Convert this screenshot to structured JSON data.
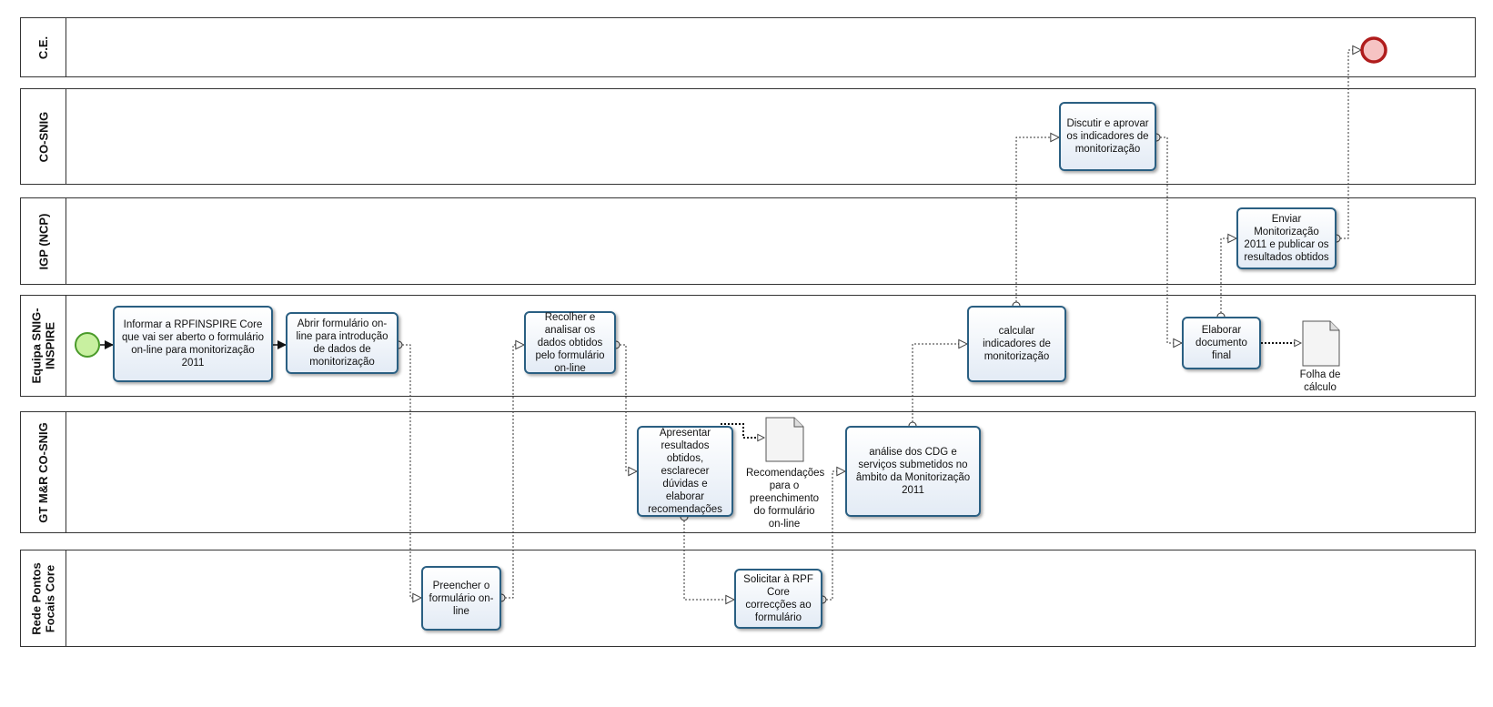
{
  "lanes": [
    {
      "label": "C.E."
    },
    {
      "label": "CO-SNIG"
    },
    {
      "label": "IGP (NCP)"
    },
    {
      "label": "Equipa SNIG-\nINSPIRE"
    },
    {
      "label": "GT M&R CO-SNIG"
    },
    {
      "label": "Rede Pontos\nFocais Core"
    }
  ],
  "tasks": {
    "informar": "Informar a RPFINSPIRE Core que vai ser aberto o formulário on-line para monitorização 2011",
    "abrir": "Abrir formulário on-line para introdução de dados de monitorização",
    "preencher": "Preencher o formulário on-line",
    "recolher": "Recolher e analisar os dados obtidos pelo formulário on-line",
    "apresentar": "Apresentar resultados obtidos, esclarecer dúvidas e elaborar recomendações",
    "solicitar": "Solicitar à RPF Core correcções ao formulário",
    "analise": "análise dos CDG e serviços submetidos no âmbito da Monitorização 2011",
    "calcular": "calcular indicadores de monitorização",
    "discutir": "Discutir e aprovar os indicadores de monitorização",
    "elaborar": "Elaborar documento final",
    "enviar": "Enviar Monitorização 2011 e publicar os resultados obtidos"
  },
  "documents": {
    "recomendacoes": "Recomendações para o preenchimento do formulário on-line",
    "folha": "Folha de cálculo"
  },
  "colors": {
    "task_border": "#2a5f82",
    "start_fill": "#c8f0a0",
    "start_stroke": "#4a9a2a",
    "end_fill": "#f6c3c3",
    "end_stroke": "#b01c1c"
  }
}
